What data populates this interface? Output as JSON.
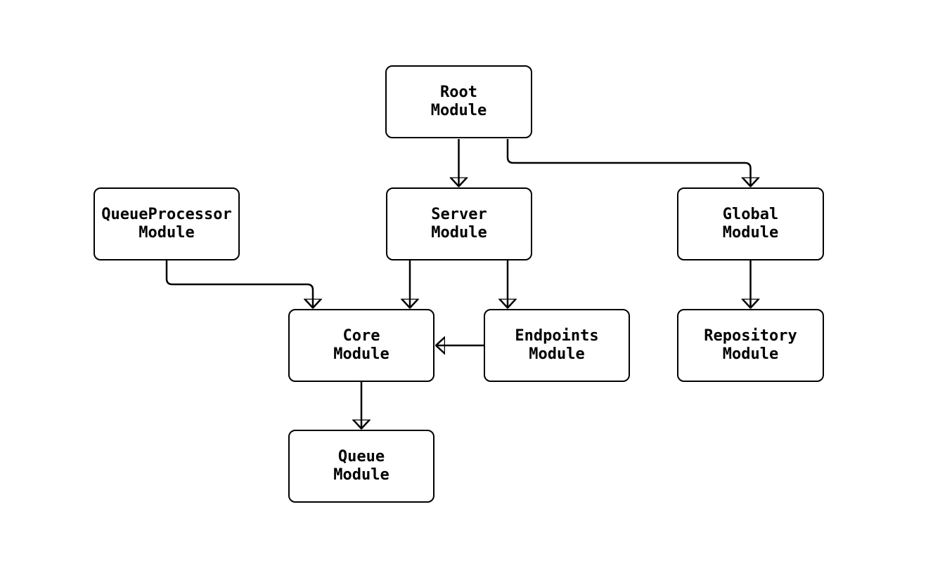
{
  "diagram": {
    "type": "flowchart",
    "colors": {
      "background": "#ffffff",
      "node_fill": "#ffffff",
      "stroke": "#000000",
      "text": "#000000"
    },
    "nodes": [
      {
        "id": "root",
        "label": "Root\nModule"
      },
      {
        "id": "queueprocessor",
        "label": "QueueProcessor\nModule"
      },
      {
        "id": "server",
        "label": "Server\nModule"
      },
      {
        "id": "global",
        "label": "Global\nModule"
      },
      {
        "id": "core",
        "label": "Core\nModule"
      },
      {
        "id": "endpoints",
        "label": "Endpoints\nModule"
      },
      {
        "id": "repository",
        "label": "Repository\nModule"
      },
      {
        "id": "queue",
        "label": "Queue\nModule"
      }
    ],
    "edges": [
      {
        "from": "Root Module",
        "to": "Server Module"
      },
      {
        "from": "Root Module",
        "to": "Global Module"
      },
      {
        "from": "QueueProcessor Module",
        "to": "Core Module"
      },
      {
        "from": "Server Module",
        "to": "Core Module"
      },
      {
        "from": "Server Module",
        "to": "Endpoints Module"
      },
      {
        "from": "Endpoints Module",
        "to": "Core Module"
      },
      {
        "from": "Global Module",
        "to": "Repository Module"
      },
      {
        "from": "Core Module",
        "to": "Queue Module"
      }
    ]
  }
}
